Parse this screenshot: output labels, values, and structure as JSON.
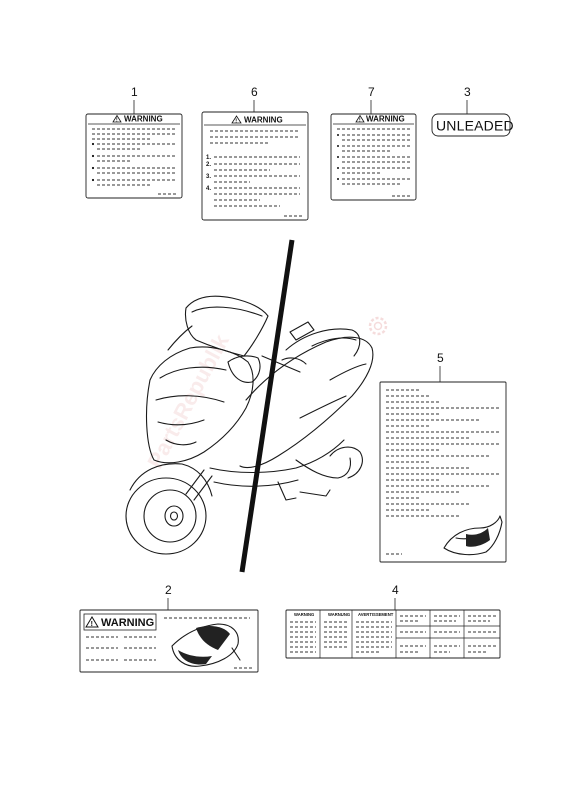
{
  "callouts": {
    "label_1": "1",
    "label_6": "6",
    "label_7": "7",
    "label_3": "3",
    "label_5": "5",
    "label_2": "2",
    "label_4": "4"
  },
  "labels": {
    "warning": "WARNING",
    "unleaded": "UNLEADED",
    "warnung": "WARNUNG",
    "avertissement": "AVERTISSEMENT",
    "item6_steps": [
      "1.",
      "2.",
      "3.",
      "4."
    ]
  },
  "watermark": "PartsRepublik"
}
